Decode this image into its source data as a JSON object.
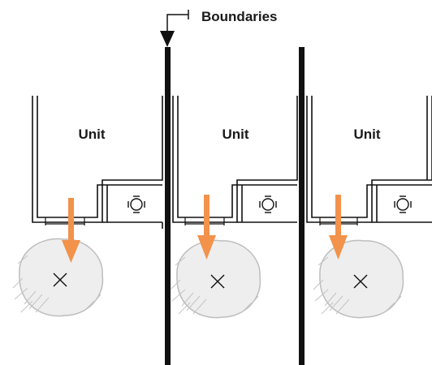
{
  "diagram": {
    "boundary_label": "Boundaries",
    "units": [
      {
        "label": "Unit"
      },
      {
        "label": "Unit"
      },
      {
        "label": "Unit"
      }
    ],
    "colors": {
      "arrow": "#F2924B",
      "line": "#111111",
      "background": "#FFFFFF",
      "shrub": "#E6E6E6"
    },
    "icons": {
      "boundary_marker": "triangle-down",
      "fixture": "circle-with-ticks",
      "planting": "shrub-with-cross"
    }
  }
}
